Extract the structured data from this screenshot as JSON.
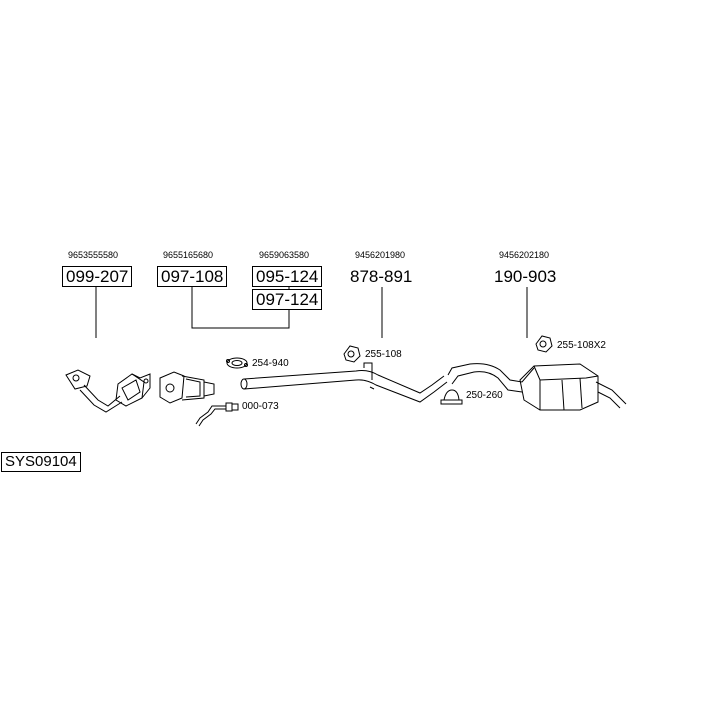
{
  "system_code": "SYS09104",
  "parts": [
    {
      "oe": "9653555580",
      "part_no": "099-207",
      "boxed": true
    },
    {
      "oe": "9655165680",
      "part_no": "097-108",
      "boxed": true
    },
    {
      "oe": "9659063580",
      "part_no": "095-124",
      "boxed": true
    },
    {
      "oe": "",
      "part_no": "097-124",
      "boxed": true
    },
    {
      "oe": "9456201980",
      "part_no": "878-891",
      "boxed": false
    },
    {
      "oe": "9456202180",
      "part_no": "190-903",
      "boxed": false
    }
  ],
  "accessories": [
    {
      "part_no": "254-940",
      "icon": "gasket-icon"
    },
    {
      "part_no": "000-073",
      "icon": "sensor-pipe-icon"
    },
    {
      "part_no": "255-108",
      "icon": "rubber-hanger-icon"
    },
    {
      "part_no": "250-260",
      "icon": "clamp-icon"
    },
    {
      "part_no": "255-108X2",
      "icon": "rubber-hanger-icon"
    }
  ]
}
